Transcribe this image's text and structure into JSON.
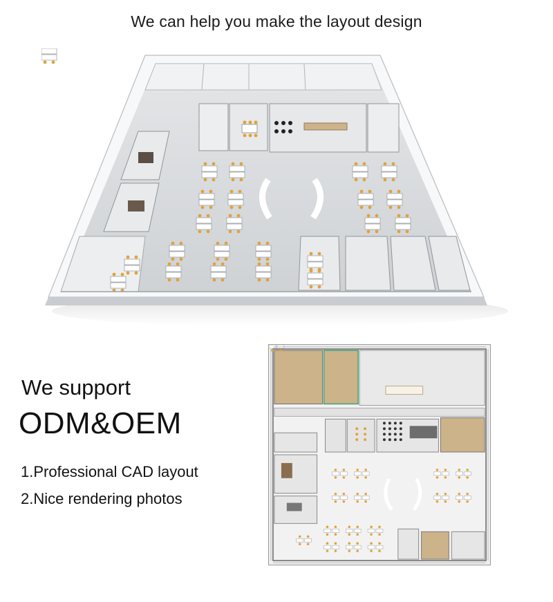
{
  "headline": "We can help you make the layout design",
  "support_label": "We support",
  "odm_label": "ODM&OEM",
  "features": [
    "1.Professional CAD layout",
    "2.Nice rendering photos"
  ],
  "colors": {
    "wood": "#cdb38a",
    "chair": "#e0a33a",
    "floor": "#d9dbdd",
    "wall": "#f4f5f6"
  }
}
